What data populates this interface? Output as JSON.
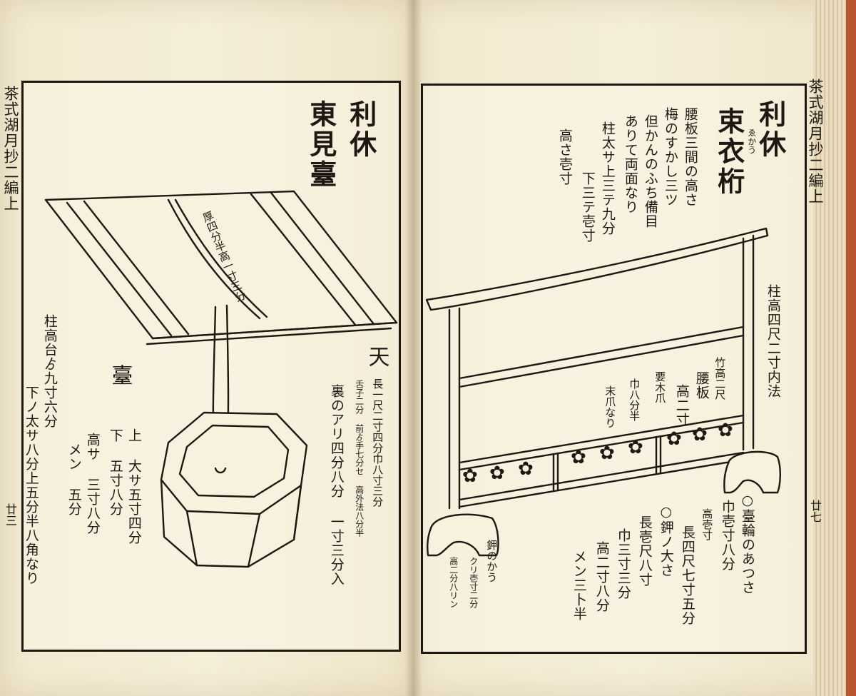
{
  "left_page": {
    "margin_title": "茶式湖月抄二編上",
    "margin_folio": "廿三",
    "heading_1": "利休",
    "heading_2": "東見臺",
    "board_thickness": "厚四分半高一寸三分",
    "pillar_text": [
      "柱高台ゟ九寸六分",
      "下ノ太サ八分上五分半八角なり"
    ],
    "label_ten": "天",
    "ten_specs": [
      "長一尺二寸四分巾八寸三分",
      "舌子二分 前ゟ手七分セ 高外法八分半",
      "裏のアリ四分八分 一寸三分入"
    ],
    "label_dai": "臺",
    "dai_specs": [
      "上 大サ五寸四分",
      "下 五寸八分",
      "高サ 三寸八分",
      "メン 五分"
    ]
  },
  "right_page": {
    "margin_title": "茶式湖月抄二編上",
    "margin_folio": "廿七",
    "heading_1": "利休",
    "heading_2": "束衣桁",
    "kana_1": "ゑかう",
    "notes": [
      "腰板三間の高さ",
      "梅のすかし三ツ",
      "但かんのふち備目",
      "ありて両面なり",
      "柱太サ上三テ九分",
      "下三テ壱寸",
      "高さ壱寸"
    ],
    "pillar_height": "柱高四尺二寸内法",
    "inner_labels": [
      "竹高二尺",
      "腰板",
      "高二寸",
      "要木爪",
      "巾八分半",
      "末爪なり"
    ],
    "table_notes": [
      "○臺輪のあつさ",
      "巾壱寸八分",
      "高壱寸",
      "長四尺七寸五分",
      "○鉀ノ大さ",
      "長壱尺八寸",
      "巾三寸三分",
      "高二寸八分",
      "メン三卜半"
    ],
    "foot_note": [
      "鉀のかう",
      "クリ壱寸二分",
      "高二分八リン"
    ]
  },
  "colors": {
    "paper": "#f5eed8",
    "ink": "#1d1812",
    "cover": "#b8552f"
  }
}
